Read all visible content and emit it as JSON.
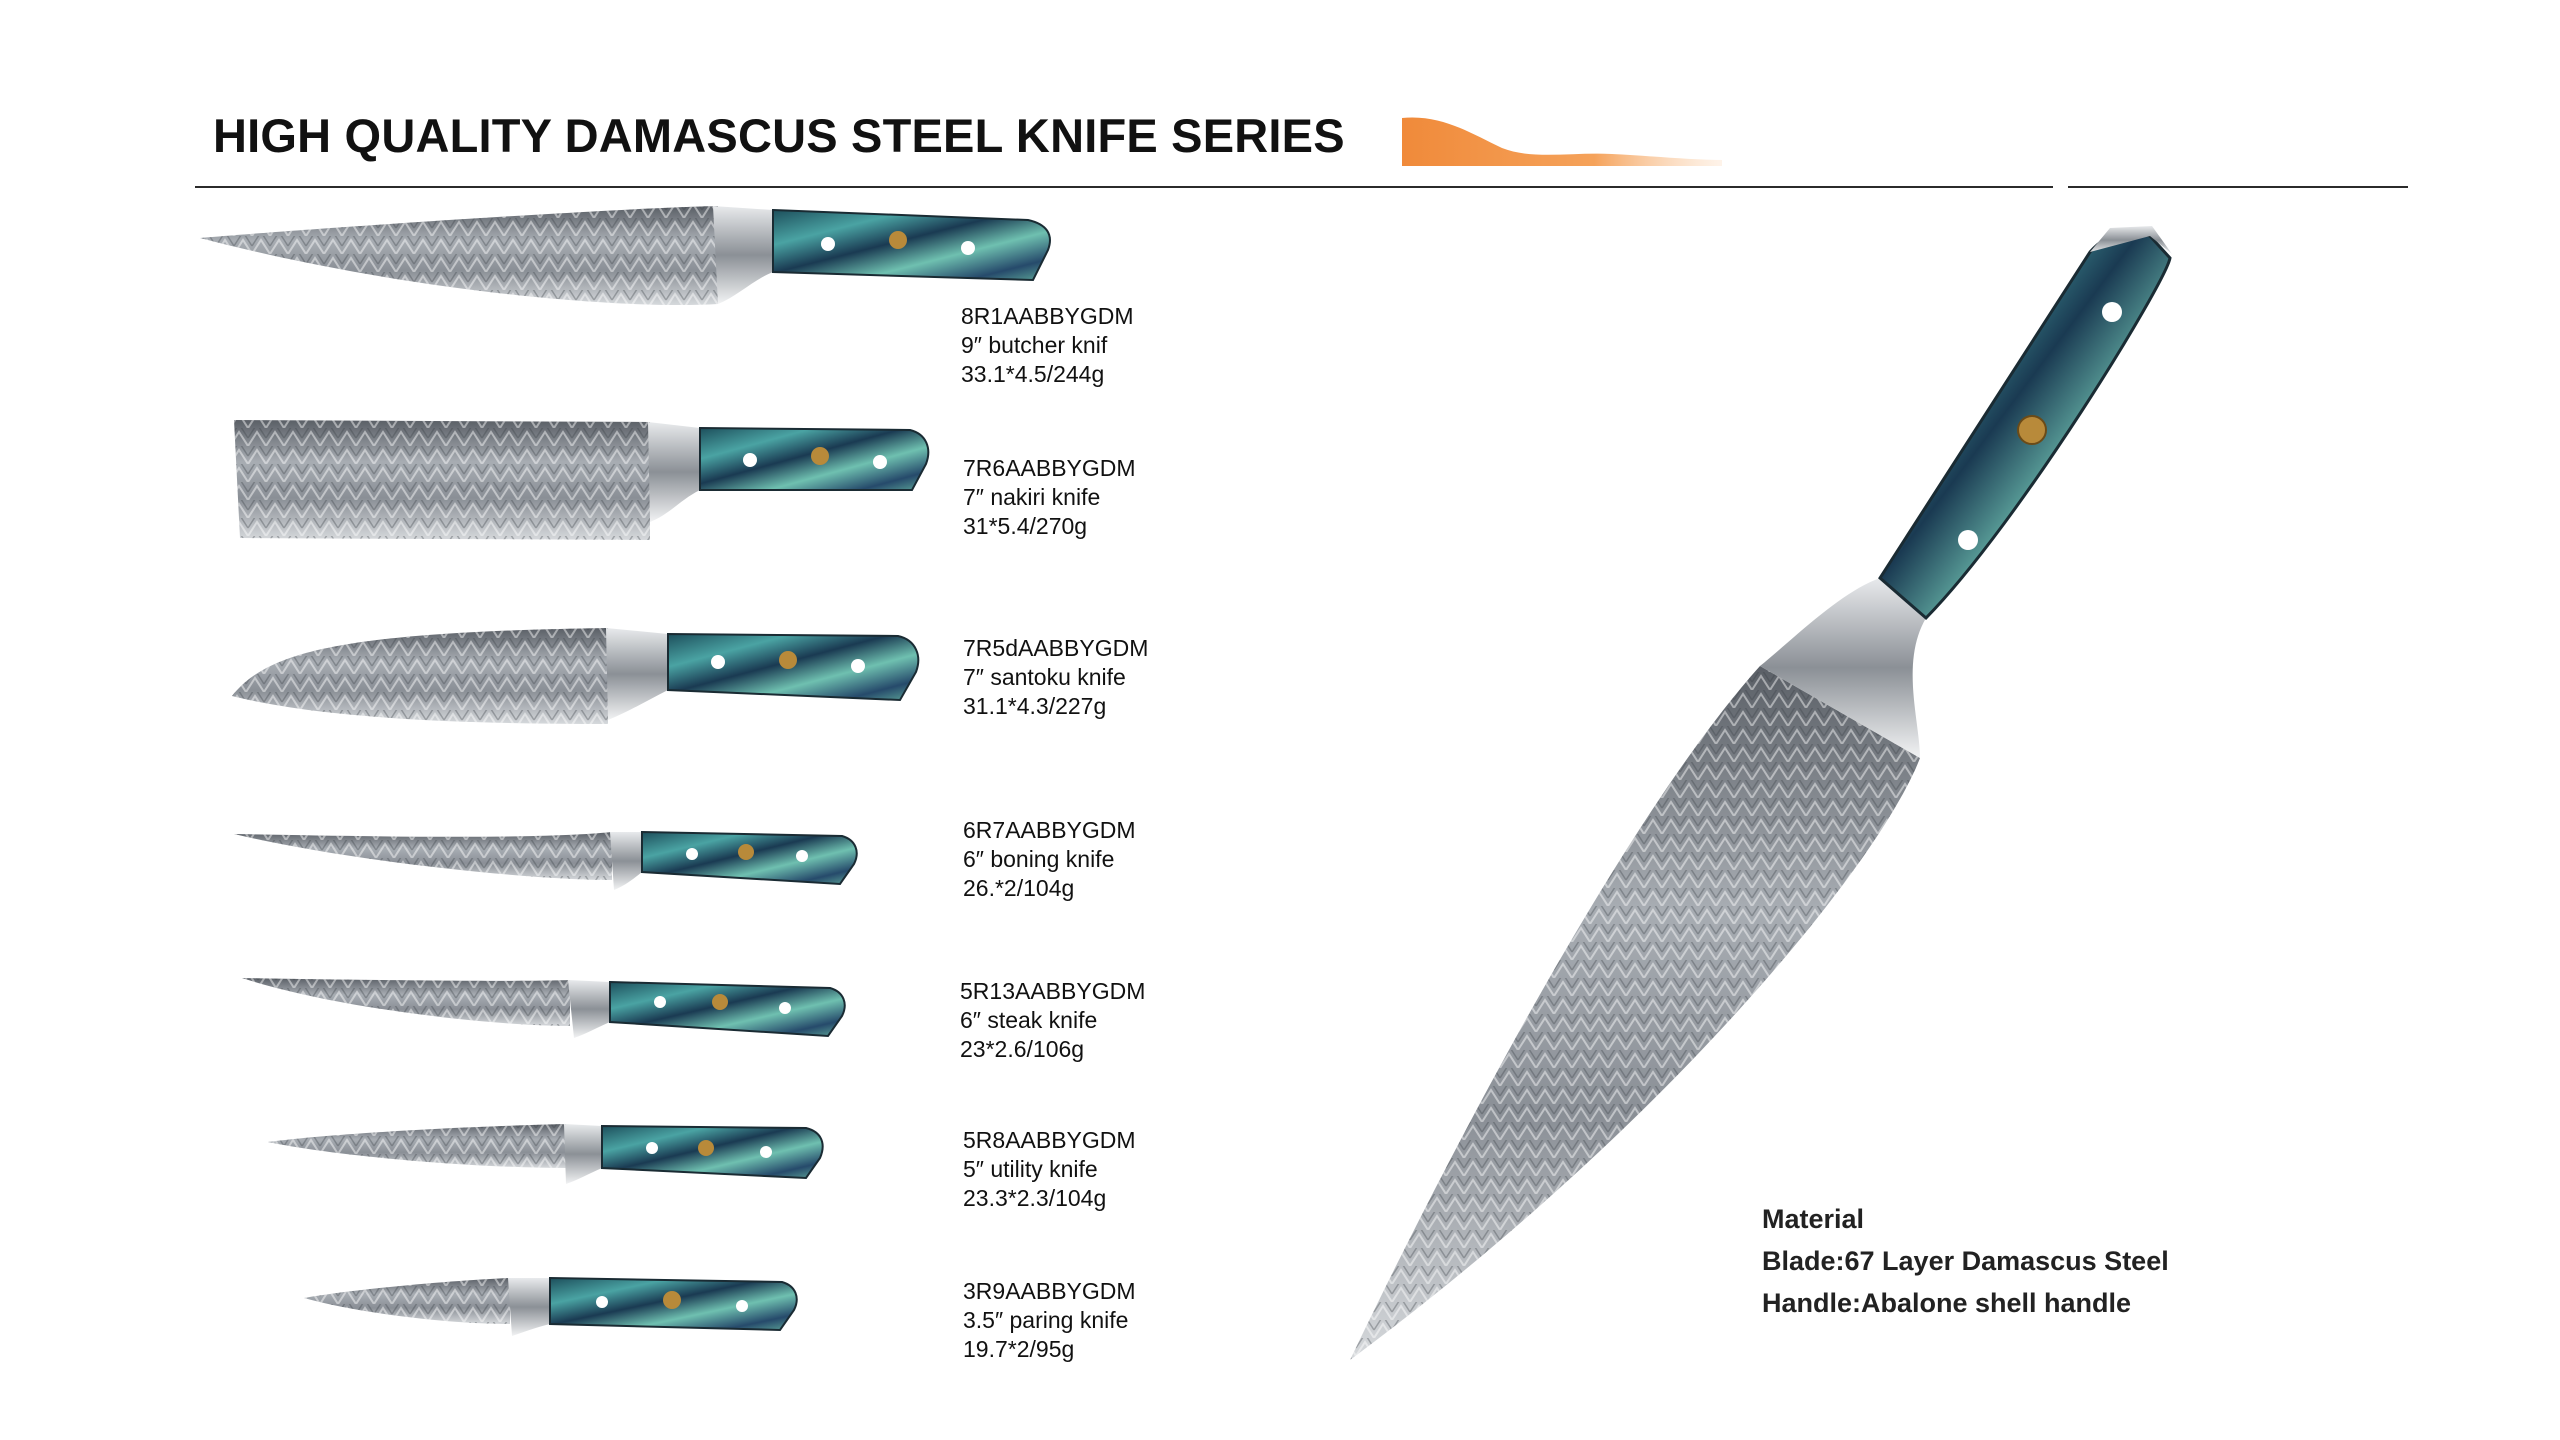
{
  "page": {
    "title": "HIGH QUALITY DAMASCUS STEEL KNIFE SERIES",
    "accent_color": "#f08a3a"
  },
  "knives": [
    {
      "code": "8R1AABBYGDM",
      "name": "9″ butcher knif",
      "spec": "33.1*4.5/244g"
    },
    {
      "code": "7R6AABBYGDM",
      "name": "7″ nakiri knife",
      "spec": "31*5.4/270g"
    },
    {
      "code": "7R5dAABBYGDM",
      "name": "7″ santoku knife",
      "spec": "31.1*4.3/227g"
    },
    {
      "code": "6R7AABBYGDM",
      "name": "6″ boning knife",
      "spec": "26.*2/104g"
    },
    {
      "code": "5R13AABBYGDM",
      "name": "6″ steak knife",
      "spec": "23*2.6/106g"
    },
    {
      "code": "5R8AABBYGDM",
      "name": "5″ utility knife",
      "spec": "23.3*2.3/104g"
    },
    {
      "code": "3R9AABBYGDM",
      "name": "3.5″ paring knife",
      "spec": "19.7*2/95g"
    }
  ],
  "material": {
    "heading": "Material",
    "blade": "Blade:67 Layer Damascus Steel",
    "handle": "Handle:Abalone shell handle"
  }
}
